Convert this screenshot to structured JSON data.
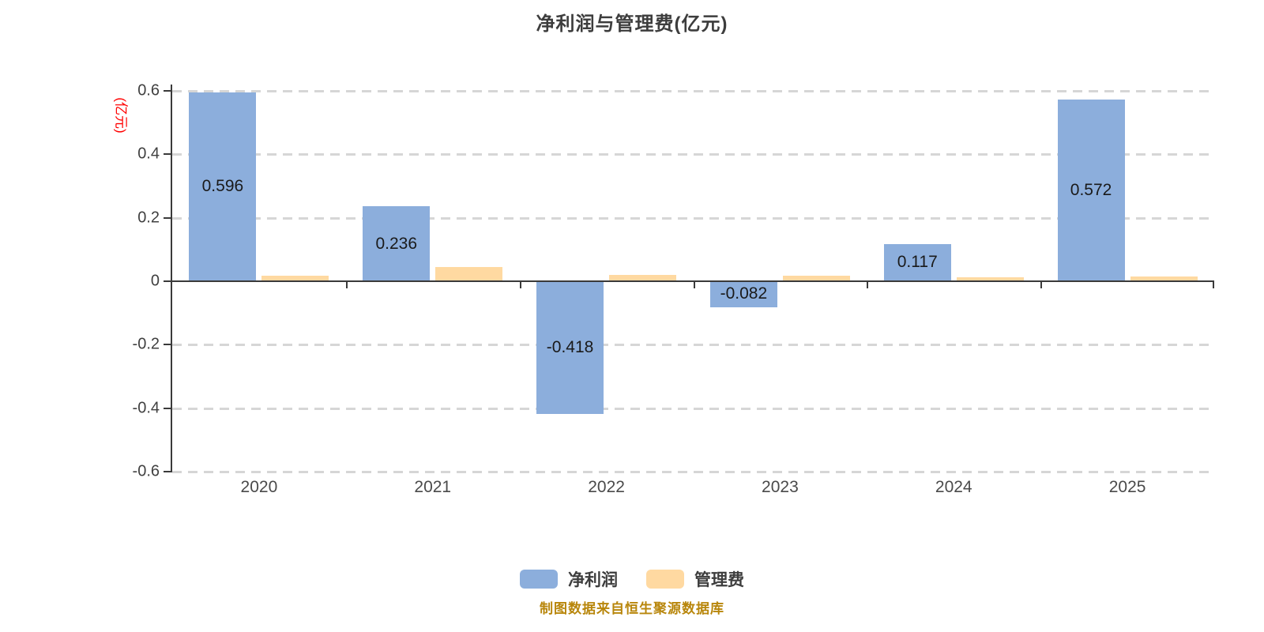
{
  "title": "净利润与管理费(亿元)",
  "y_axis_unit_label": "(亿元)",
  "footer": "制图数据来自恒生聚源数据库",
  "colors": {
    "net_profit_bar": "#8CAEDC",
    "management_fee_bar": "#FFD9A1",
    "axis_line": "#3a3a3a",
    "gridline": "#d6d6d6",
    "title_text": "#3d3d3d",
    "y_tick_text": "#404040",
    "x_tick_text": "#4a4a4a",
    "bar_label_text": "#1a1a1a",
    "y_unit_label_text": "#ff0000",
    "footer_text": "#b8860b"
  },
  "legend": {
    "items": [
      {
        "label": "净利润",
        "color": "#8CAEDC"
      },
      {
        "label": "管理费",
        "color": "#FFD9A1"
      }
    ]
  },
  "chart_data": {
    "type": "bar",
    "title": "净利润与管理费(亿元)",
    "xlabel": "",
    "ylabel": "(亿元)",
    "categories": [
      "2020",
      "2021",
      "2022",
      "2023",
      "2024",
      "2025"
    ],
    "series": [
      {
        "name": "净利润",
        "color": "#8CAEDC",
        "values": [
          0.596,
          0.236,
          -0.418,
          -0.082,
          0.117,
          0.572
        ],
        "labels": [
          "0.596",
          "0.236",
          "-0.418",
          "-0.082",
          "0.117",
          "0.572"
        ]
      },
      {
        "name": "管理费",
        "color": "#FFD9A1",
        "values": [
          0.018,
          0.045,
          0.02,
          0.018,
          0.012,
          0.016
        ],
        "labels": null
      }
    ],
    "ylim": [
      -0.6,
      0.6
    ],
    "yticks": [
      {
        "value": 0.6,
        "label": "0.6"
      },
      {
        "value": 0.4,
        "label": "0.4"
      },
      {
        "value": 0.2,
        "label": "0.2"
      },
      {
        "value": 0,
        "label": "0"
      },
      {
        "value": -0.2,
        "label": "-0.2"
      },
      {
        "value": -0.4,
        "label": "-0.4"
      },
      {
        "value": -0.6,
        "label": "-0.6"
      }
    ],
    "grid": "dashed-horizontal",
    "legend_position": "bottom"
  }
}
